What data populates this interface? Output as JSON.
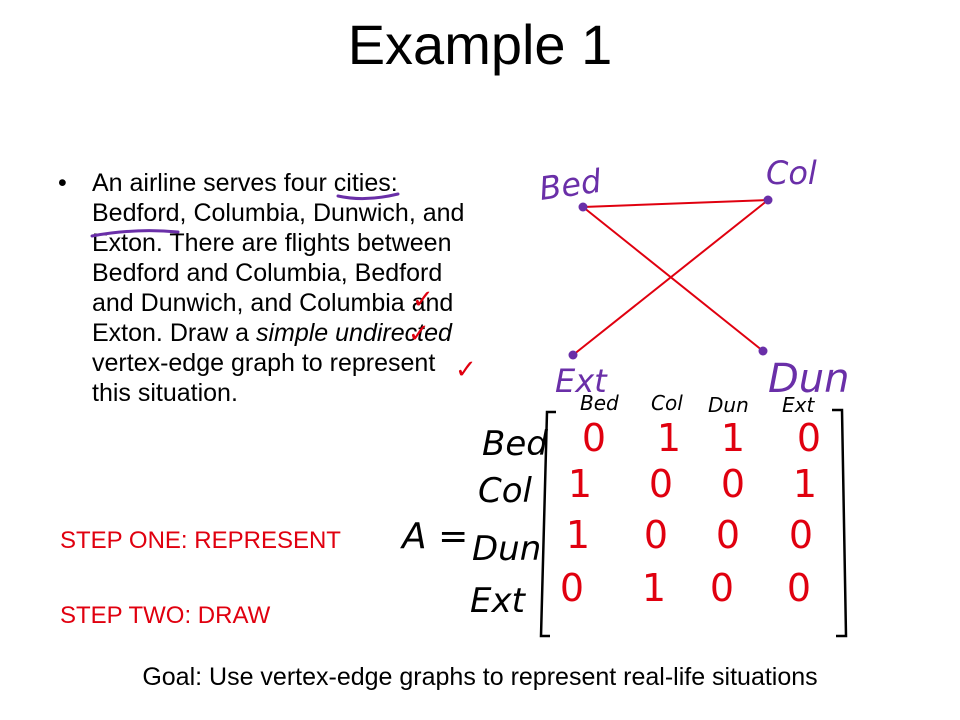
{
  "title": "Example 1",
  "problem": {
    "bullet": "•",
    "text_before_emphasis": "An airline serves four cities: Bedford, Columbia, Dunwich, and Exton. There are flights between Bedford and Columbia, Bedford and Dunwich, and Columbia and Exton. Draw a ",
    "emphasis": "simple undirected",
    "text_after_emphasis": " vertex-edge graph to represent this situation."
  },
  "steps": {
    "step_one": "STEP ONE: REPRESENT",
    "step_two": "STEP TWO: DRAW"
  },
  "goal": "Goal: Use vertex-edge graphs to represent real-life situations",
  "handwriting": {
    "graph_labels": {
      "bed": "Bed",
      "col": "Col",
      "ext": "Ext",
      "dun": "Dun"
    },
    "matrix_name": "A =",
    "matrix_col_headers": [
      "Bed",
      "Col",
      "Dun",
      "Ext"
    ],
    "matrix_row_headers": [
      "Bed",
      "Col",
      "Dun",
      "Ext"
    ],
    "matrix_values": [
      [
        "0",
        "1",
        "1",
        "0"
      ],
      [
        "1",
        "0",
        "0",
        "1"
      ],
      [
        "1",
        "0",
        "0",
        "0"
      ],
      [
        "0",
        "1",
        "0",
        "0"
      ]
    ],
    "checkmark": "✓"
  },
  "colors": {
    "ink_red": "#e0000f",
    "ink_purple": "#6a2fa8",
    "text": "#000000"
  }
}
